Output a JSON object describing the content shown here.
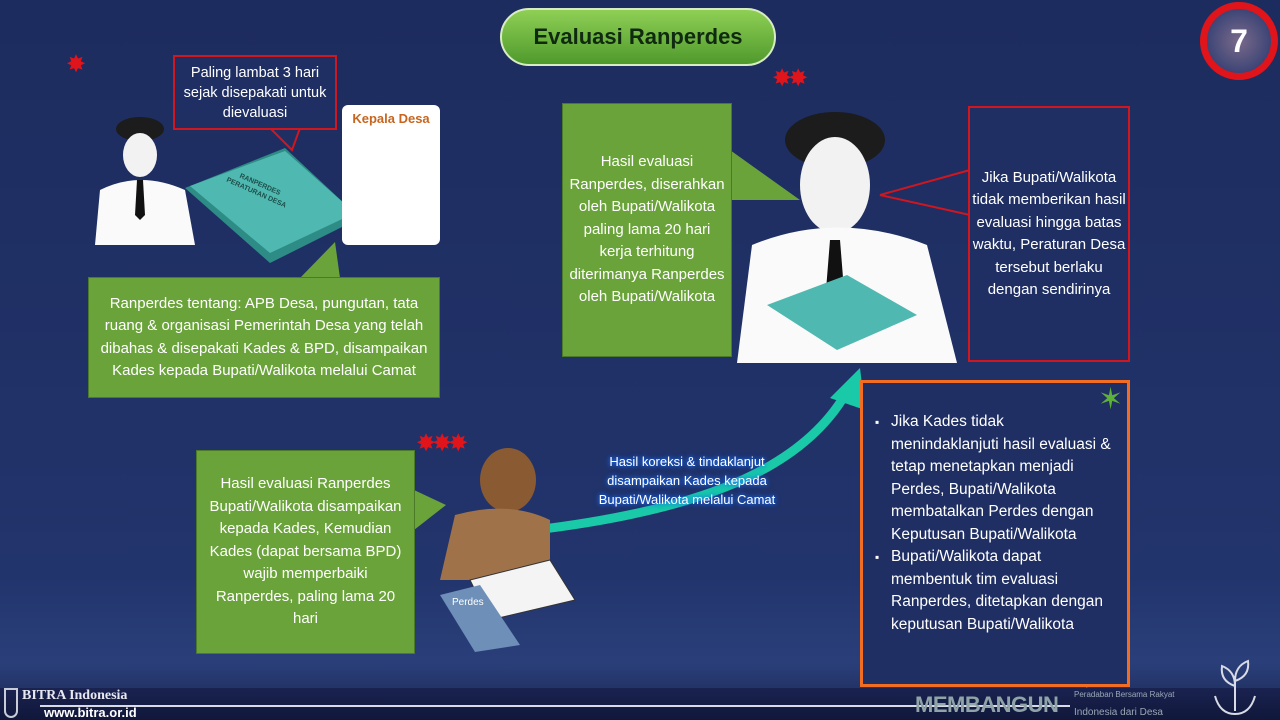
{
  "title": "Evaluasi Ranperdes",
  "slide_number": "7",
  "step1": {
    "stars": "✸",
    "callout": "Paling lambat 3 hari sejak disepakati untuk dievaluasi",
    "card_label": "Kepala Desa",
    "book_label": "RANPERDES PERATURAN DESA",
    "text": "Ranperdes tentang: APB Desa, pungutan, tata ruang & organisasi Pemerintah Desa yang telah dibahas & disepakati Kades & BPD, disampaikan Kades kepada Bupati/Walikota melalui Camat"
  },
  "step2": {
    "stars": "✸✸",
    "text": "Hasil evaluasi Ranperdes, diserahkan oleh Bupati/Walikota paling lama 20 hari kerja terhitung diterimanya Ranperdes oleh Bupati/Walikota",
    "callout": "Jika Bupati/Walikota tidak memberikan hasil evaluasi hingga batas waktu, Peraturan Desa tersebut berlaku dengan sendirinya"
  },
  "step3": {
    "stars": "✸✸✸",
    "text": "Hasil evaluasi Ranperdes Bupati/Walikota disampaikan kepada Kades, Kemudian Kades (dapat bersama BPD) wajib memperbaiki Ranperdes, paling lama 20 hari",
    "book_label": "Perdes",
    "arrow_label": "Hasil koreksi & tindaklanjut disampaikan Kades kepada Bupati/Walikota melalui Camat"
  },
  "notes": {
    "star": "✶",
    "items": [
      "Jika Kades tidak menindaklanjuti hasil evaluasi & tetap menetapkan menjadi Perdes, Bupati/Walikota membatalkan Perdes dengan Keputusan Bupati/Walikota",
      "Bupati/Walikota dapat membentuk tim evaluasi Ranperdes, ditetapkan dengan keputusan Bupati/Walikota"
    ]
  },
  "footer": {
    "org": "BITRA Indonesia",
    "url": "www.bitra.or.id",
    "slogan_main": "MEMBANGUN",
    "slogan_top": "Peradaban Bersama Rakyat",
    "slogan_bottom": "Indonesia dari Desa"
  }
}
